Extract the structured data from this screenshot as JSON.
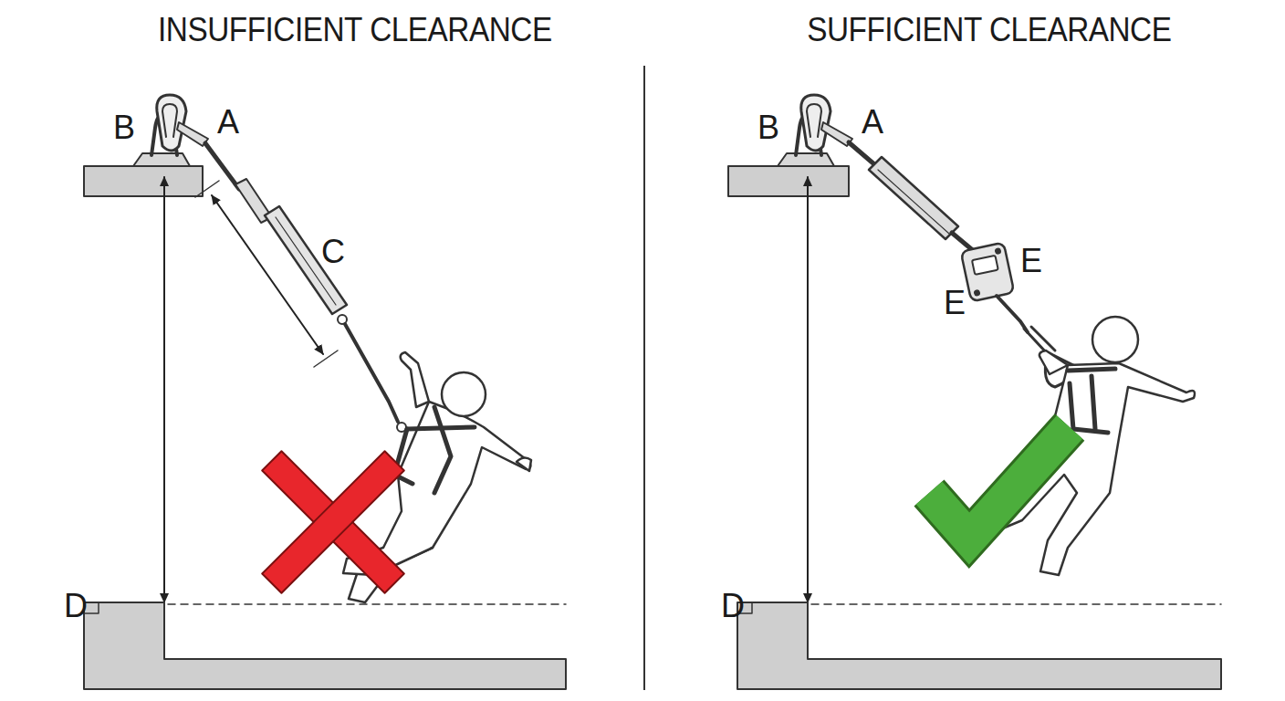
{
  "diagram": {
    "labels": [
      "INSUFFICIENT CLEARANCE",
      "SUFFICIENT CLEARANCE",
      "B",
      "A",
      "C",
      "D",
      "B",
      "A",
      "E",
      "E",
      "D"
    ]
  }
}
